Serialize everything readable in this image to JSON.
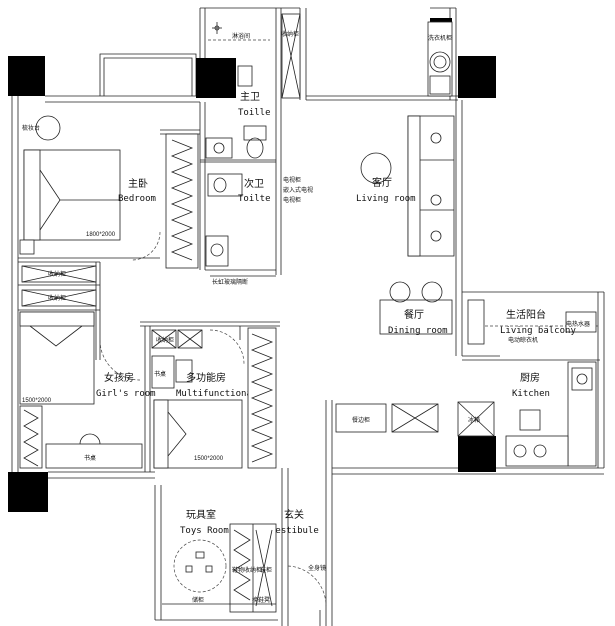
{
  "rooms": {
    "master_bedroom": {
      "cn": "主卧",
      "en": "Bedroom"
    },
    "main_toilet": {
      "cn": "主卫",
      "en": "Toille"
    },
    "second_toilet": {
      "cn": "次卫",
      "en": "Toilte"
    },
    "living_room": {
      "cn": "客厅",
      "en": "Living room"
    },
    "dining_room": {
      "cn": "餐厅",
      "en": "Dining room"
    },
    "living_balcony": {
      "cn": "生活阳台",
      "en": "Living balcony"
    },
    "kitchen": {
      "cn": "厨房",
      "en": "Kitchen"
    },
    "girls_room": {
      "cn": "女孩房",
      "en": "Girl's room"
    },
    "multifunctional": {
      "cn": "多功能房",
      "en": "Multifunctional"
    },
    "toys_room": {
      "cn": "玩具室",
      "en": "Toys Room"
    },
    "vestibule": {
      "cn": "玄关",
      "en": "Vestibule"
    }
  },
  "annotations": {
    "shower": "淋浴间",
    "storage_top": "收纳柜",
    "laundry_cabinet": "洗衣机柜",
    "dresser": "梳妆台",
    "bed_master_size": "1800*2000",
    "tv_cabinet": "电视柜",
    "tv_wall": "嵌入式电视",
    "tv_cabinet_2": "电视柜",
    "glass_partition": "长虹玻璃隔断",
    "storage_left_1": "收纳柜",
    "storage_left_2": "收纳柜",
    "bed_girl_size": "1500*2000",
    "desk_girl": "书桌",
    "desk_multi": "书桌",
    "storage_multi": "收纳柜",
    "bed_multi_size": "1500*2000",
    "sideboard": "餐边柜",
    "fridge": "冰箱",
    "water_heater": "电热水器",
    "dryer": "电动晾衣机",
    "shoe_storage": "鞋物收纳柜",
    "shoe_cabinet": "鞋柜",
    "full_mirror": "全身镜",
    "seat_cabinet": "换鞋凳",
    "bottom_cabinet": "储柜"
  }
}
